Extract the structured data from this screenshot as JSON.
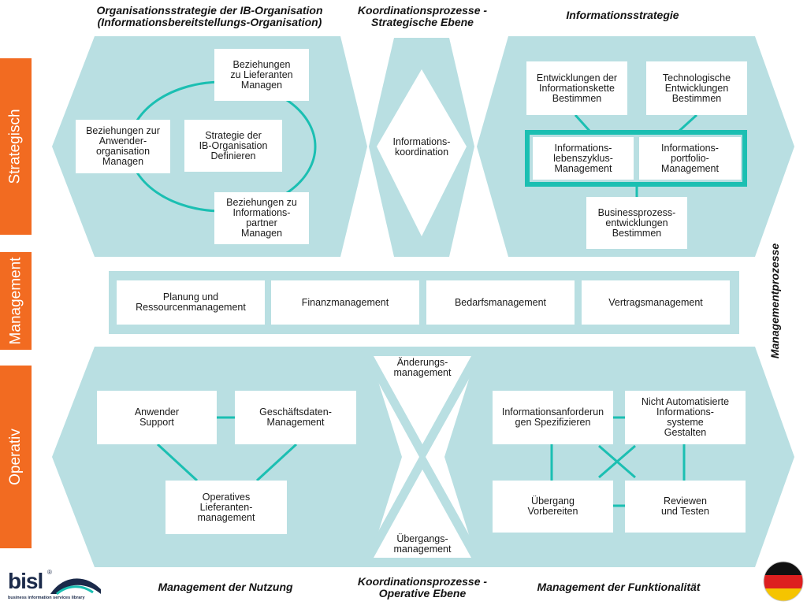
{
  "colors": {
    "panel": "#b9dfe2",
    "connector": "#1bbfb2",
    "side_label": "#f26b21",
    "logo": "#1b2a4a"
  },
  "titles": {
    "org_strategy": "Organisationsstrategie der IB-Organisation\n(Informationsbereitstellungs-Organisation)",
    "coord_strategic": "Koordinationsprozesse -\nStrategische Ebene",
    "info_strategy": "Informationsstrategie",
    "mgmt_usage": "Management der Nutzung",
    "coord_operative": "Koordinationsprozesse -\nOperative Ebene",
    "mgmt_functionality": "Management der Funktionalität",
    "mgmt_processes": "Managementprozesse"
  },
  "sidebar": {
    "strategic": "Strategisch",
    "management": "Management",
    "operative": "Operativ"
  },
  "org_strategy_boxes": {
    "suppliers": "Beziehungen\nzu Lieferanten\nManagen",
    "users": "Beziehungen zur\nAnwender-\norganisation\nManagen",
    "strategy": "Strategie der\nIB-Organisation\nDefinieren",
    "partners": "Beziehungen zu\nInformations-\npartner\nManagen"
  },
  "coord_strategic_box": "Informations-\nkoordination",
  "info_strategy_boxes": {
    "chain": "Entwicklungen der\nInformationskette\nBestimmen",
    "tech": "Technologische\nEntwicklungen\nBestimmen",
    "lifecycle": "Informations-\nlebenszyklus-\nManagement",
    "portfolio": "Informations-\nportfolio-\nManagement",
    "business": "Businessprozess-\nentwicklungen\nBestimmen"
  },
  "management_boxes": [
    "Planung und\nRessourcenmanagement",
    "Finanzmanagement",
    "Bedarfsmanagement",
    "Vertragsmanagement"
  ],
  "usage_boxes": {
    "support": "Anwender\nSupport",
    "data": "Geschäftsdaten-\nManagement",
    "operative_suppliers": "Operatives\nLieferanten-\nmanagement"
  },
  "coord_operative_boxes": {
    "change": "Änderungs-\nmanagement",
    "transition": "Übergangs-\nmanagement"
  },
  "functionality_boxes": {
    "requirements": "Informationsanforderun\ngen Spezifizieren",
    "non_automated": "Nicht Automatisierte\nInformations-\nsysteme\nGestalten",
    "prepare": "Übergang\nVorbereiten",
    "review": "Reviewen\nund Testen"
  },
  "logo": {
    "word": "bisl",
    "registered": "®",
    "subtitle": "business information services library"
  },
  "icons": {
    "flag": "german-flag-icon",
    "logo": "bisl-logo-icon"
  }
}
